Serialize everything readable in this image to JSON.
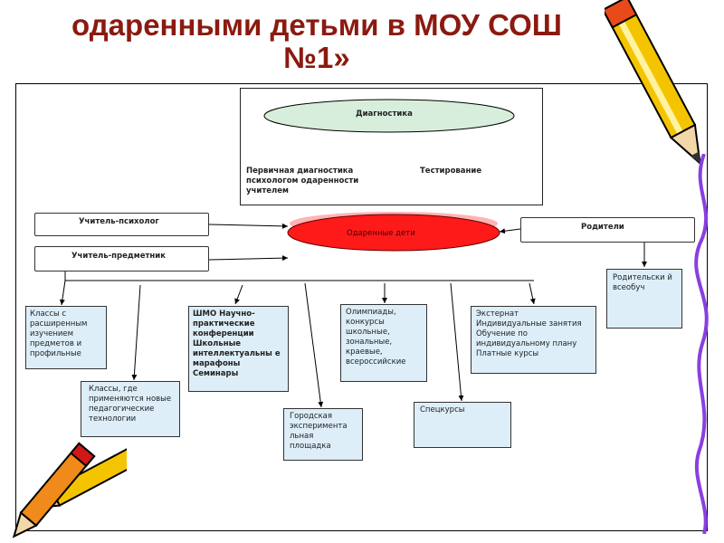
{
  "title": {
    "line1": "одаренными детьми в МОУ СОШ",
    "line2": "№1»"
  },
  "diagnostics": {
    "ellipse_label": "Диагностика",
    "left_label": "Первичная диагностика психологом одаренности учителем",
    "right_label": "Тестирование"
  },
  "center": {
    "label": "Одаренные дети"
  },
  "actors": {
    "psychologist": "Учитель-психолог",
    "subject_teacher": "Учитель-предметник",
    "parents": "Родители"
  },
  "nodes": {
    "advanced_classes": "Классы с расширенным изучением предметов и профильные",
    "new_tech_classes": "Классы, где применяются новые педагогические технологии",
    "shmo": "ШМО Научно-практические конференции Школьные интеллектуальны е марафоны Семинары",
    "city_platform": "Городская эксперимента льная площадка",
    "olympiads": "Олимпиады, конкурсы школьные, зональные, краевые, всероссийские",
    "special_courses": "Спецкурсы",
    "external": "Экстернат Индивидуальные занятия Обучение по индивидуальному плану Платные курсы",
    "parent_education": "Родительски й всеобуч"
  },
  "colors": {
    "title": "#8b1a10",
    "center_fill": "#ff1a1a",
    "ellipse_fill": "#d8eedc",
    "box_fill": "#ddeef8"
  }
}
